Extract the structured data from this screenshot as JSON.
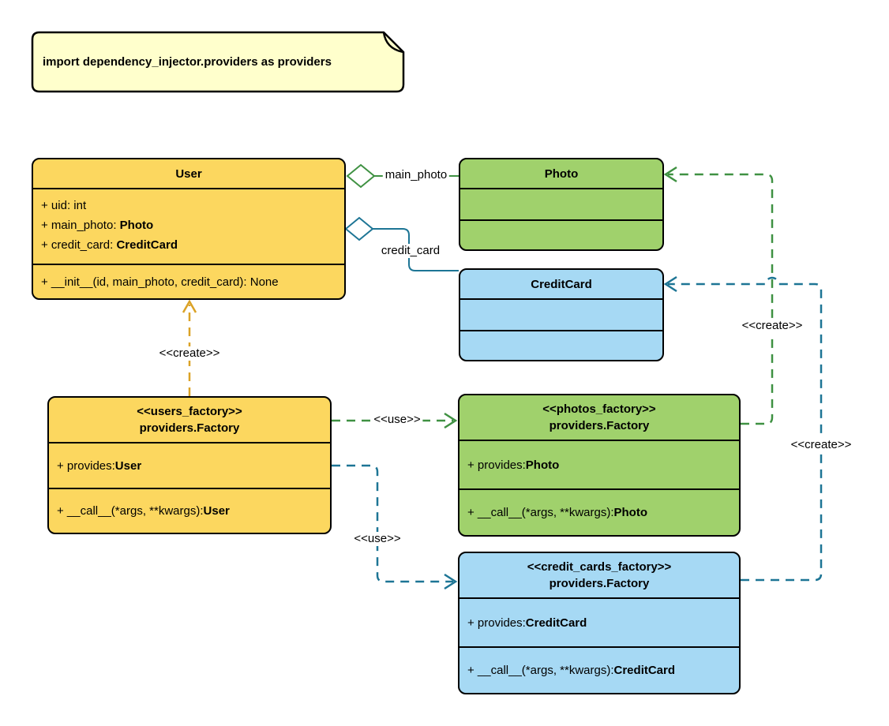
{
  "colors": {
    "class_yellow": "#FCD75F",
    "class_green": "#A0D16C",
    "class_blue": "#A6D9F4",
    "note_yellow": "#FFFFCC",
    "edge_gold": "#DBA226",
    "edge_green": "#3F9142",
    "edge_blue": "#1D7595",
    "border": "#000000"
  },
  "note": {
    "text": "import dependency_injector.providers as providers"
  },
  "classes": {
    "user": {
      "title": "User",
      "attributes": [
        {
          "text": "+ uid: int",
          "type": ""
        },
        {
          "text": "+ main_photo: ",
          "type": "Photo"
        },
        {
          "text": "+ credit_card: ",
          "type": "CreditCard"
        }
      ],
      "methods": [
        {
          "text": "+ __init__(id, main_photo, credit_card): None",
          "type": ""
        }
      ]
    },
    "photo": {
      "title": "Photo"
    },
    "credit_card": {
      "title": "CreditCard"
    },
    "users_factory": {
      "stereotype": "<<users_factory>>",
      "title": "providers.Factory",
      "attributes": [
        {
          "text": "+ provides: ",
          "type": "User"
        }
      ],
      "methods": [
        {
          "text": "+ __call__(*args, **kwargs): ",
          "type": "User"
        }
      ]
    },
    "photos_factory": {
      "stereotype": "<<photos_factory>>",
      "title": "providers.Factory",
      "attributes": [
        {
          "text": "+ provides: ",
          "type": "Photo"
        }
      ],
      "methods": [
        {
          "text": "+ __call__(*args, **kwargs): ",
          "type": "Photo"
        }
      ]
    },
    "credit_cards_factory": {
      "stereotype": "<<credit_cards_factory>>",
      "title": "providers.Factory",
      "attributes": [
        {
          "text": "+ provides: ",
          "type": "CreditCard"
        }
      ],
      "methods": [
        {
          "text": "+ __call__(*args, **kwargs): ",
          "type": "CreditCard"
        }
      ]
    }
  },
  "edges": {
    "main_photo_label": "main_photo",
    "credit_card_label": "credit_card",
    "create_user_label": "<<create>>",
    "create_photo_label": "<<create>>",
    "create_credit_card_label": "<<create>>",
    "use_photos_label": "<<use>>",
    "use_credit_cards_label": "<<use>>"
  }
}
